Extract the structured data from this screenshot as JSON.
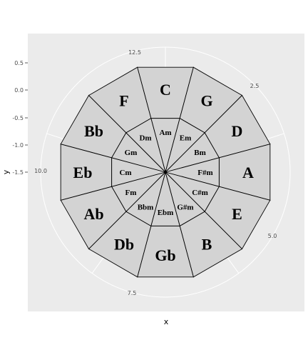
{
  "colors": {
    "panel": "#ebebeb",
    "grid": "#ffffff",
    "wedge_fill": "#d3d3d3",
    "wedge_stroke": "#000000"
  },
  "chart_data": {
    "type": "pie",
    "xlabel": "x",
    "ylabel": "y",
    "y_ticks": [
      "0.5",
      "0.0",
      "-0.5",
      "-1.0",
      "-1.5"
    ],
    "polar_ticks": [
      "12.5",
      "2.5",
      "5.0",
      "7.5",
      "10.0"
    ],
    "outer_ring": [
      "C",
      "G",
      "D",
      "A",
      "E",
      "B",
      "Gb",
      "Db",
      "Ab",
      "Eb",
      "Bb",
      "F"
    ],
    "inner_ring": [
      "Am",
      "Em",
      "Bm",
      "F#m",
      "C#m",
      "G#m",
      "Ebm",
      "Bbm",
      "Fm",
      "Cm",
      "Gm",
      "Dm"
    ],
    "segments_per_ring": 12
  }
}
